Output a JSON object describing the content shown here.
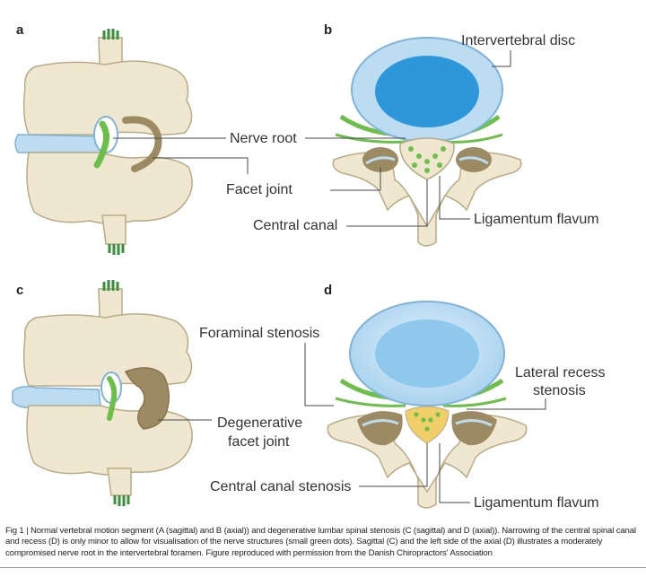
{
  "panels": {
    "a": "a",
    "b": "b",
    "c": "c",
    "d": "d"
  },
  "labels": {
    "nerve_root": "Nerve root",
    "facet_joint": "Facet joint",
    "central_canal": "Central canal",
    "intervertebral_disc": "Intervertebral disc",
    "ligamentum_flavum_b": "Ligamentum flavum",
    "foraminal_stenosis": "Foraminal stenosis",
    "degenerative_facet_joint_1": "Degenerative",
    "degenerative_facet_joint_2": "facet joint",
    "lateral_recess_stenosis_1": "Lateral recess",
    "lateral_recess_stenosis_2": "stenosis",
    "central_canal_stenosis": "Central canal stenosis",
    "ligamentum_flavum_d": "Ligamentum flavum"
  },
  "caption": "Fig 1 | Normal vertebral motion segment (A (sagittal) and B (axial)) and degenerative lumbar spinal stenosis (C (sagittal) and D (axial)). Narrowing of the central spinal canal and recess (D) is only minor to allow for visualisation of the nerve structures (small green dots). Sagittal (C) and the left side of the axial (D) illustrates a moderately compromised nerve root in the intervertebral foramen. Figure reproduced with permission from the Danish Chiropractors' Association",
  "colors": {
    "bone": "#efe7cf",
    "bone_edge": "#b8ab86",
    "disc": "#bcdcf2",
    "disc_core": "#2e97da",
    "nerve": "#6cc04a",
    "facet": "#9c8a63",
    "facet_dark": "#8a7550",
    "ligament": "#f0cf6a"
  }
}
